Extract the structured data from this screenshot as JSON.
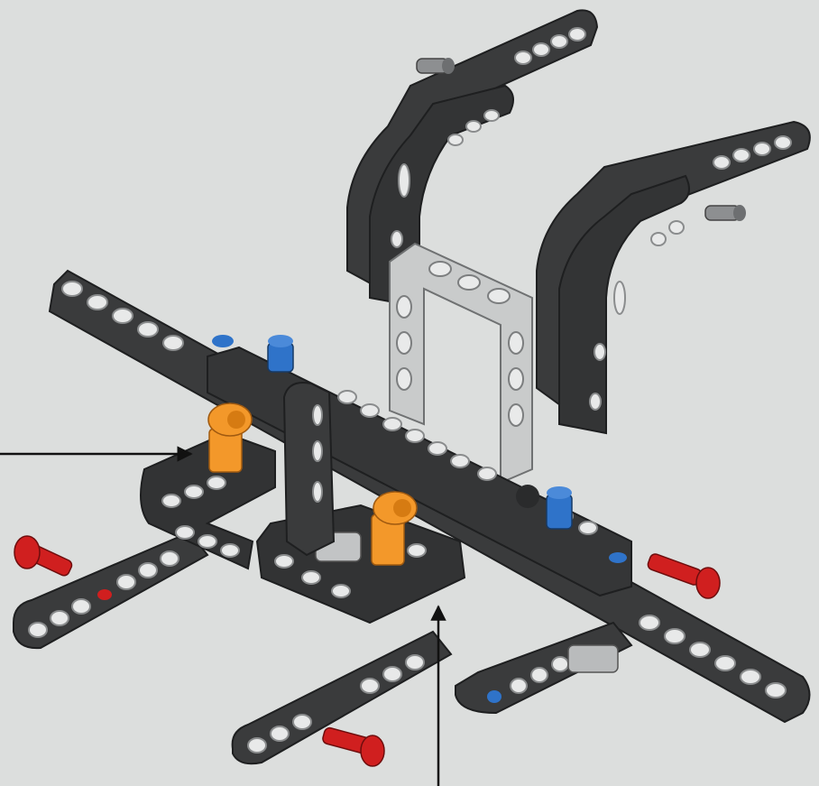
{
  "colors": {
    "background": "#dcdedd",
    "beam_dark": "#3a3b3c",
    "beam_edge": "#1e1f20",
    "hole_light": "#e8e9e9",
    "frame_light": "#c9cbcb",
    "pin_orange": "#f3982a",
    "pin_blue": "#2f73c9",
    "pin_red": "#d01f1f",
    "pin_gray": "#8d8f91",
    "arrow": "#111111"
  },
  "parts": [
    {
      "name": "beam-dark",
      "color": "beam_dark"
    },
    {
      "name": "frame-light-gray",
      "color": "frame_light"
    },
    {
      "name": "pin-connector-orange",
      "color": "pin_orange",
      "count": 2
    },
    {
      "name": "axle-pin-blue",
      "color": "pin_blue",
      "count": 3
    },
    {
      "name": "friction-pin-red",
      "color": "pin_red",
      "count": 3
    }
  ],
  "callouts": [
    {
      "name": "callout-arrow-left",
      "icon": "arrow-right-icon"
    },
    {
      "name": "callout-arrow-bottom",
      "icon": "arrow-up-icon"
    }
  ]
}
